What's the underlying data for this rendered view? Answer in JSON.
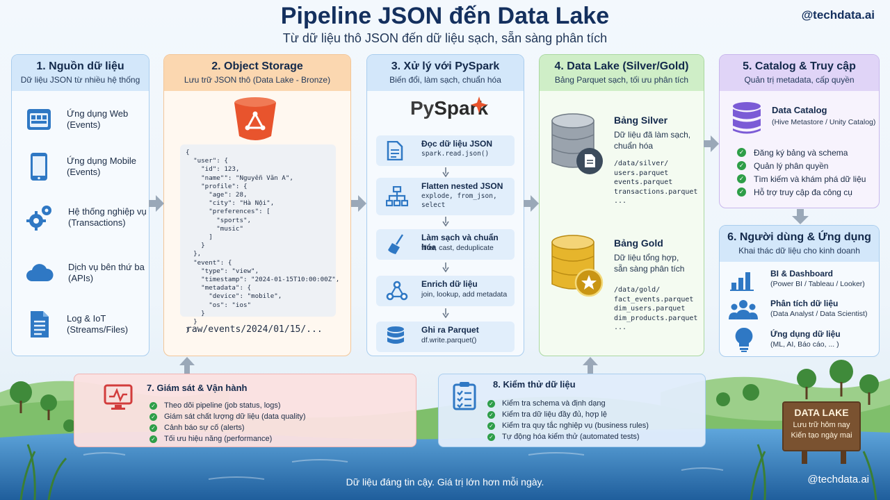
{
  "header": {
    "title": "Pipeline JSON đến Data Lake",
    "subtitle": "Từ dữ liệu thô JSON đến dữ liệu sạch, sẵn sàng phân tích",
    "handle": "@techdata.ai"
  },
  "sources": {
    "title": "1.  Nguồn dữ liệu",
    "subtitle": "Dữ liệu JSON từ nhiều hệ thống",
    "items": [
      {
        "icon": "web-app-icon",
        "line1": "Ứng dụng Web",
        "line2": "(Events)"
      },
      {
        "icon": "mobile-app-icon",
        "line1": "Ứng dụng Mobile",
        "line2": "(Events)"
      },
      {
        "icon": "gears-icon",
        "line1": "Hệ thống nghiệp vụ",
        "line2": "(Transactions)"
      },
      {
        "icon": "cloud-icon",
        "line1": "Dịch vụ bên thứ ba",
        "line2": "(APIs)"
      },
      {
        "icon": "document-icon",
        "line1": "Log & IoT",
        "line2": "(Streams/Files)"
      }
    ]
  },
  "storage": {
    "title": "2.  Object Storage",
    "subtitle": "Lưu trữ JSON thô (Data Lake - Bronze)",
    "json_sample": "{\n  \"user\": {\n    \"id\": 123,\n    \"name\"\": \"Nguyễn Văn A\",\n    \"profile\": {\n      \"age\": 28,\n      \"city\": \"Hà Nội\",\n      \"preferences\": [\n        \"sports\",\n        \"music\"\n      ]\n    }\n  },\n  \"event\": {\n    \"type\": \"view\",\n    \"timestamp\": \"2024-01-15T10:00:00Z\",\n    \"metadata\": {\n      \"device\": \"mobile\",\n      \"os\": \"ios\"\n    }\n  }\n}",
    "raw_path": "raw/events/2024/01/15/..."
  },
  "processing": {
    "title": "3.  Xử lý với PySpark",
    "subtitle": "Biến đổi, làm sạch, chuẩn hóa",
    "logo_py": "Py",
    "logo_spark": "Spark",
    "steps": [
      {
        "icon": "file-icon",
        "title": "Đọc dữ liệu JSON",
        "line1": "spark.read.json()",
        "line2": ""
      },
      {
        "icon": "hierarchy-icon",
        "title": "Flatten nested JSON",
        "line1": "explode, from_json,",
        "line2": "select"
      },
      {
        "icon": "broom-icon",
        "title": "Làm sạch và chuẩn hóa",
        "line1": "filter, cast, deduplicate",
        "line2": ""
      },
      {
        "icon": "share-nodes-icon",
        "title": "Enrich dữ liệu",
        "line1": "join, lookup, add metadata",
        "line2": ""
      },
      {
        "icon": "database-icon",
        "title": "Ghi ra Parquet",
        "line1": "df.write.parquet()",
        "line2": ""
      }
    ]
  },
  "lake": {
    "title": "4.  Data Lake (Silver/Gold)",
    "subtitle": "Bảng Parquet sạch, tối ưu phân tích",
    "silver": {
      "title": "Bảng Silver",
      "desc1": "Dữ liệu đã làm sạch,",
      "desc2": "chuẩn hóa",
      "files": "/data/silver/\nusers.parquet\nevents.parquet\ntransactions.parquet\n..."
    },
    "gold": {
      "title": "Bảng Gold",
      "desc1": "Dữ liệu tổng hợp,",
      "desc2": "sẵn sàng phân tích",
      "files": "/data/gold/\nfact_events.parquet\ndim_users.parquet\ndim_products.parquet\n..."
    }
  },
  "catalog": {
    "title": "5. Catalog & Truy cập",
    "subtitle": "Quản trị metadata, cấp quyền",
    "name": "Data Catalog",
    "name_sub": "(Hive Metastore / Unity Catalog)",
    "checks": [
      "Đăng ký bảng và schema",
      "Quản lý phân quyền",
      "Tìm kiếm và khám phá dữ liệu",
      "Hỗ trợ truy cập đa công cụ"
    ]
  },
  "users": {
    "title": "6.  Người dùng & Ứng dụng",
    "subtitle": "Khai thác dữ liệu cho kinh doanh",
    "items": [
      {
        "icon": "bar-chart-icon",
        "title": "BI & Dashboard",
        "sub": "(Power BI / Tableau / Looker)"
      },
      {
        "icon": "people-icon",
        "title": "Phân tích dữ liệu",
        "sub": "(Data Analyst / Data Scientist)"
      },
      {
        "icon": "lightbulb-icon",
        "title": "Ứng dụng dữ liệu",
        "sub": "(ML, AI, Báo cáo, ... )"
      }
    ]
  },
  "monitoring": {
    "title": "7. Giám sát & Vận hành",
    "checks": [
      "Theo dõi pipeline (job status, logs)",
      "Giám sát chất lượng dữ liệu (data quality)",
      "Cảnh báo sự cố (alerts)",
      "Tối ưu hiệu năng (performance)"
    ]
  },
  "testing": {
    "title": "8. Kiểm thử dữ liệu",
    "checks": [
      "Kiểm tra schema và định dạng",
      "Kiểm tra dữ liệu đầy đủ, hợp lệ",
      "Kiểm tra quy tắc nghiệp vụ (business rules)",
      "Tự động hóa kiểm thử (automated tests)"
    ]
  },
  "sign": {
    "title": "DATA LAKE",
    "line1": "Lưu trữ hôm nay",
    "line2": "Kiến tạo ngày mai"
  },
  "footer": {
    "tagline": "Dữ liệu đáng tin cậy. Giá trị lớn hơn mỗi ngày.",
    "handle": "@techdata.ai"
  },
  "colors": {
    "navy": "#14305e",
    "blue": "#2f78c4",
    "orange": "#e8542d",
    "green": "#2e9e48",
    "gold": "#e6b52c",
    "purple": "#7b5bd6",
    "red": "#d23c3c"
  }
}
